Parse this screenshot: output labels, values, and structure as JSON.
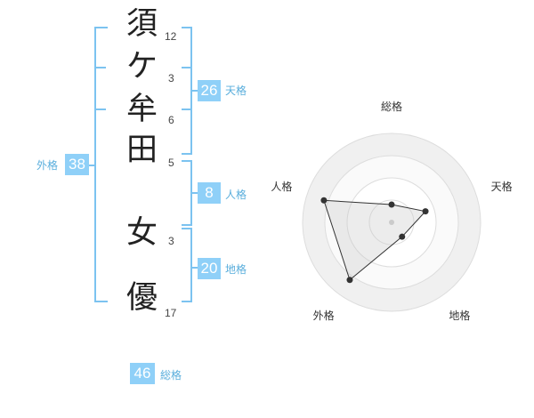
{
  "name": {
    "chars": [
      {
        "char": "須",
        "strokes": "12"
      },
      {
        "char": "ケ",
        "strokes": "3"
      },
      {
        "char": "牟",
        "strokes": "6"
      },
      {
        "char": "田",
        "strokes": "5"
      },
      {
        "char": "女",
        "strokes": "3"
      },
      {
        "char": "優",
        "strokes": "17"
      }
    ]
  },
  "fortunes": {
    "tenkaku": {
      "value": "26",
      "label": "天格"
    },
    "jinkaku": {
      "value": "8",
      "label": "人格"
    },
    "chikaku": {
      "value": "20",
      "label": "地格"
    },
    "gaikaku": {
      "value": "38",
      "label": "外格"
    },
    "soukaku": {
      "value": "46",
      "label": "総格"
    }
  },
  "radar": {
    "axes": [
      "総格",
      "天格",
      "地格",
      "外格",
      "人格"
    ],
    "values": [
      1,
      2,
      1,
      4,
      4
    ],
    "max": 5,
    "rings": 4
  }
}
